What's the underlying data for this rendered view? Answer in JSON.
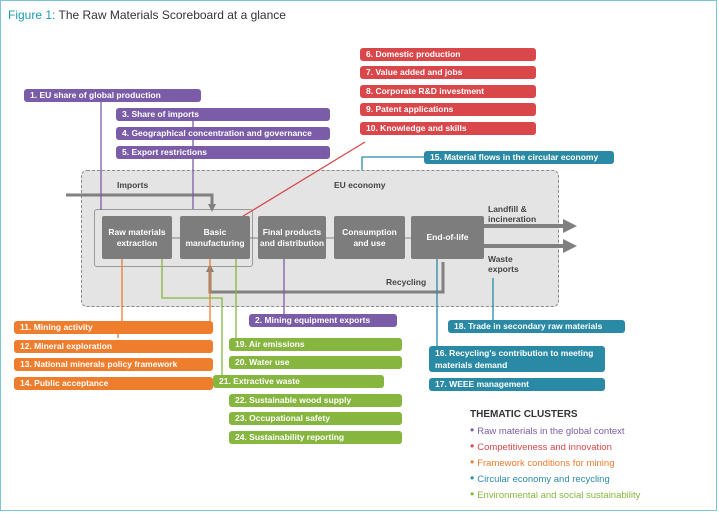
{
  "figure": {
    "label": "Figure 1:",
    "title": "The Raw Materials Scoreboard at a glance"
  },
  "colors": {
    "purple": "#7a5ca8",
    "red": "#d9474a",
    "orange": "#ef7d2e",
    "blue": "#2a8aa5",
    "green": "#86b63f",
    "stage": "#7d7d7d"
  },
  "stages": {
    "raw": "Raw materials extraction",
    "basic": "Basic manufacturing",
    "final": "Final products and distribution",
    "consumption": "Consumption and use",
    "eol": "End-of-life"
  },
  "zones": {
    "imports": "Imports",
    "economy": "EU economy",
    "landfill": "Landfill & incineration",
    "waste_exports": "Waste exports",
    "recycling": "Recycling"
  },
  "indicators": {
    "i1": "1. EU share of global production",
    "i2": "2. Mining equipment exports",
    "i3": "3. Share of imports",
    "i4": "4. Geographical concentration and governance",
    "i5": "5. Export restrictions",
    "i6": "6. Domestic production",
    "i7": "7. Value added and jobs",
    "i8": "8. Corporate R&D investment",
    "i9": "9. Patent applications",
    "i10": "10. Knowledge and skills",
    "i11": "11. Mining activity",
    "i12": "12. Mineral exploration",
    "i13": "13. National minerals policy framework",
    "i14": "14. Public acceptance",
    "i15": "15. Material flows in the circular economy",
    "i16": "16. Recycling's contribution to meeting materials demand",
    "i17": "17. WEEE management",
    "i18": "18. Trade in secondary raw materials",
    "i19": "19. Air emissions",
    "i20": "20. Water use",
    "i21": "21. Extractive waste",
    "i22": "22. Sustainable wood supply",
    "i23": "23. Occupational safety",
    "i24": "24. Sustainability reporting"
  },
  "legend": {
    "title": "THEMATIC CLUSTERS",
    "items": [
      {
        "label": "Raw materials in the global context",
        "color": "#7a5ca8"
      },
      {
        "label": "Competitiveness and innovation",
        "color": "#d9474a"
      },
      {
        "label": "Framework conditions for mining",
        "color": "#ef7d2e"
      },
      {
        "label": "Circular economy and recycling",
        "color": "#2a8aa5"
      },
      {
        "label": "Environmental and social sustainability",
        "color": "#86b63f"
      }
    ]
  }
}
